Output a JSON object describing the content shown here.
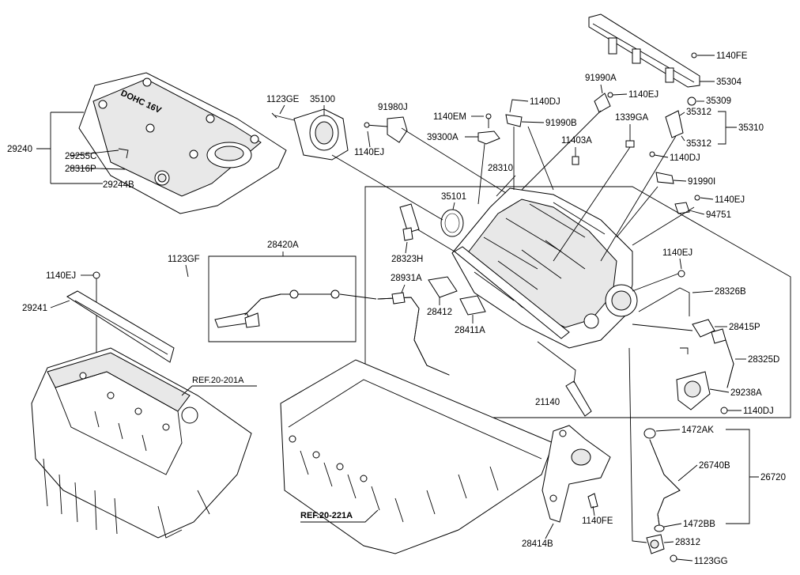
{
  "labels": {
    "l_29240": "29240",
    "l_29255C": "29255C",
    "l_28316P": "28316P",
    "l_29244B": "29244B",
    "l_1123GE": "1123GE",
    "l_35100": "35100",
    "l_91980J": "91980J",
    "l_1140EJ_a": "1140EJ",
    "l_1140EM": "1140EM",
    "l_1140DJ_a": "1140DJ",
    "l_91990B": "91990B",
    "l_39300A": "39300A",
    "l_91990A": "91990A",
    "l_1140EJ_b": "1140EJ",
    "l_1339GA": "1339GA",
    "l_11403A": "11403A",
    "l_28310": "28310",
    "l_1140FE_a": "1140FE",
    "l_35304": "35304",
    "l_35309": "35309",
    "l_35312_a": "35312",
    "l_35310": "35310",
    "l_35312_b": "35312",
    "l_1140DJ_b": "1140DJ",
    "l_91990I": "91990I",
    "l_1140EJ_c": "1140EJ",
    "l_94751": "94751",
    "l_35101": "35101",
    "l_28323H": "28323H",
    "l_28420A": "28420A",
    "l_1123GF": "1123GF",
    "l_1140EJ_d": "1140EJ",
    "l_29241": "29241",
    "l_28931A": "28931A",
    "l_28412": "28412",
    "l_28411A": "28411A",
    "l_1140EJ_e": "1140EJ",
    "l_28326B": "28326B",
    "l_28415P": "28415P",
    "l_28325D": "28325D",
    "l_29238A": "29238A",
    "l_1140DJ_c": "1140DJ",
    "l_21140": "21140",
    "l_1472AK": "1472AK",
    "l_26740B": "26740B",
    "l_26720": "26720",
    "l_1472BB": "1472BB",
    "l_28312": "28312",
    "l_1123GG": "1123GG",
    "l_28414B": "28414B",
    "l_1140FE_b": "1140FE",
    "ref_a": "REF.20-201A",
    "ref_b": "REF.20-221A",
    "cover_text": "DOHC 16V"
  }
}
